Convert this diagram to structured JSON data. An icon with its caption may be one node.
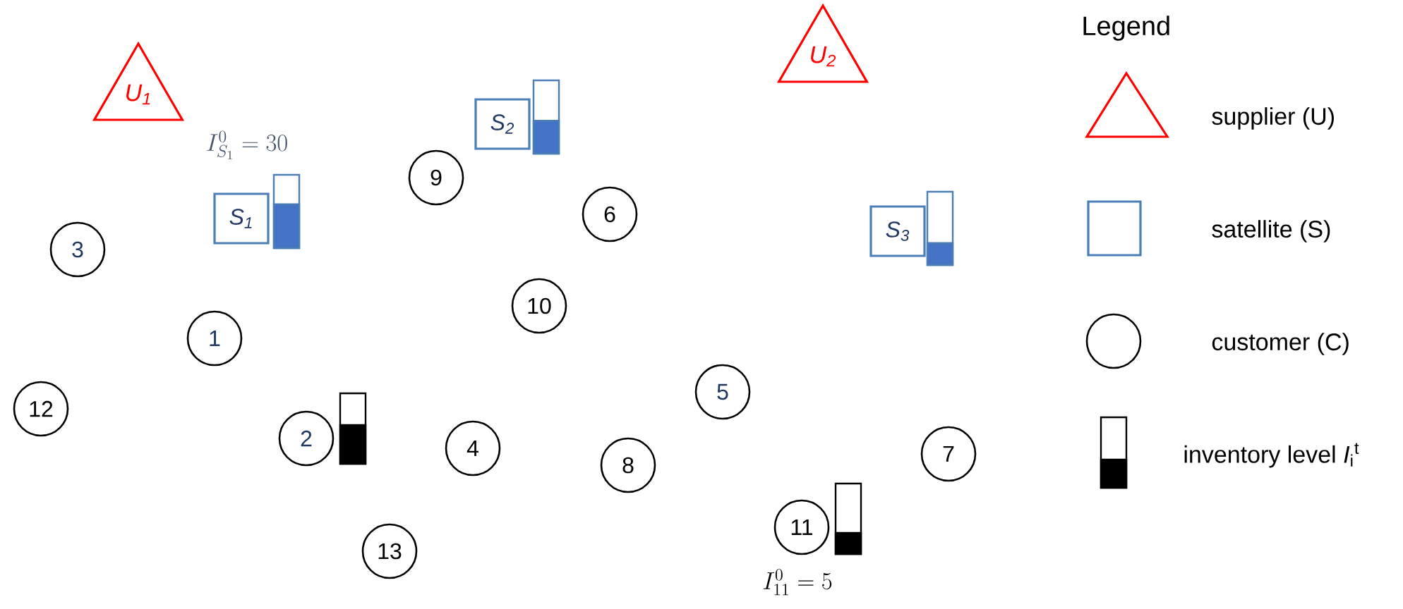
{
  "diagram": {
    "nodes": [
      {
        "text": [
          "U$_{1}$"
        ]
      },
      {
        "text": [
          "U$_{2}$"
        ]
      },
      {
        "text": [
          "S$_{1}$"
        ],
        "beside": [
          "I_{S_1}^{0} = 30"
        ]
      },
      {
        "text": [
          "S$_{2}$"
        ]
      },
      {
        "text": [
          "S$_{3}$"
        ]
      },
      {
        "text": [
          "1"
        ]
      },
      {
        "text": [
          "2"
        ]
      },
      {
        "text": [
          "3"
        ]
      },
      {
        "text": [
          "4"
        ]
      },
      {
        "text": [
          "5"
        ]
      },
      {
        "text": [
          "6"
        ]
      },
      {
        "text": [
          "7"
        ]
      },
      {
        "text": [
          "8"
        ]
      },
      {
        "text": [
          "9"
        ]
      },
      {
        "text": [
          "10"
        ]
      },
      {
        "text": [
          "11"
        ],
        "beside": [
          "I_{11}^{0} = 5"
        ]
      },
      {
        "text": [
          "12"
        ]
      },
      {
        "text": [
          "13"
        ]
      }
    ],
    "edges": [],
    "labels": [
      "Legend"
    ],
    "legend": [
      {
        "text": "supplier (U)"
      },
      {
        "text": "satellite (S)"
      },
      {
        "text": "customer (C)"
      },
      {
        "text": "inventory level *I*$_{i}$$^{t}$"
      }
    ]
  }
}
